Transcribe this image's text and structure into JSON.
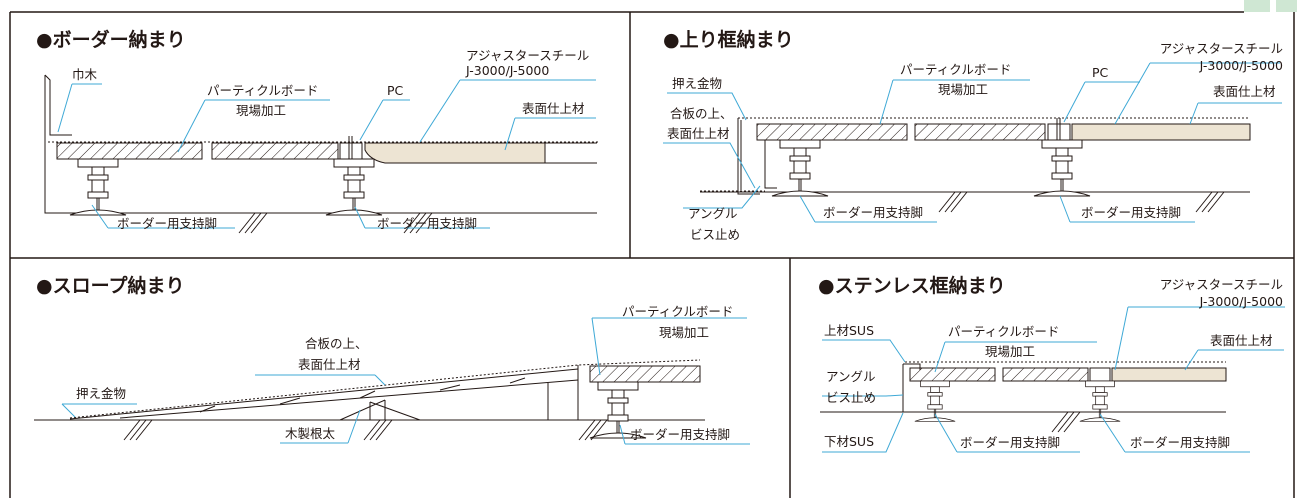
{
  "colors": {
    "leader": "#3fa9d6",
    "tab": "#cfe7d3",
    "finish": "#ede4d3",
    "line": "#231815"
  },
  "border": {
    "title": "●ボーダー納まり",
    "habaki": "巾木",
    "board": "パーティクルボード",
    "board_sub": "現場加工",
    "pc": "PC",
    "adj1": "アジャスタースチール",
    "adj2": "J-3000/J-5000",
    "finish": "表面仕上材",
    "leg1": "ボーダー用支持脚",
    "leg2": "ボーダー用支持脚"
  },
  "raised": {
    "title": "●上り框納まり",
    "osae": "押え金物",
    "goban1": "合板の上、",
    "goban2": "表面仕上材",
    "board": "パーティクルボード",
    "board_sub": "現場加工",
    "pc": "PC",
    "adj1": "アジャスタースチール",
    "adj2": "J-3000/J-5000",
    "finish": "表面仕上材",
    "angle": "アングル",
    "screw": "ビス止め",
    "leg1": "ボーダー用支持脚",
    "leg2": "ボーダー用支持脚"
  },
  "slope": {
    "title": "●スロープ納まり",
    "board": "パーティクルボード",
    "board_sub": "現場加工",
    "goban1": "合板の上、",
    "goban2": "表面仕上材",
    "osae": "押え金物",
    "joist": "木製根太",
    "leg": "ボーダー用支持脚"
  },
  "stainless": {
    "title": "●ステンレス框納まり",
    "adj1": "アジャスタースチール",
    "adj2": "J-3000/J-5000",
    "upper": "上材SUS",
    "board": "パーティクルボード",
    "board_sub": "現場加工",
    "finish": "表面仕上材",
    "angle": "アングル",
    "screw": "ビス止め",
    "lower": "下材SUS",
    "leg1": "ボーダー用支持脚",
    "leg2": "ボーダー用支持脚"
  }
}
